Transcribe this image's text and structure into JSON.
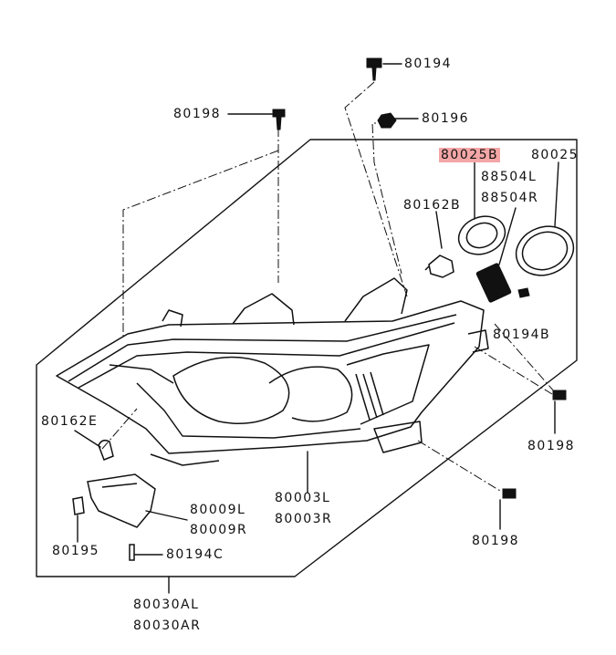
{
  "diagram": {
    "highlight_color": "#f4a6a6",
    "labels": {
      "p80194": "80194",
      "p80198_top": "80198",
      "p80196": "80196",
      "p80025b": "80025B",
      "p80025": "80025",
      "p88504l": "88504L",
      "p88504r": "88504R",
      "p80162b": "80162B",
      "p80194b": "80194B",
      "p80198_right": "80198",
      "p80162e": "80162E",
      "p80003l": "80003L",
      "p80003r": "80003R",
      "p80009l": "80009L",
      "p80009r": "80009R",
      "p80198_bottom": "80198",
      "p80195": "80195",
      "p80194c": "80194C",
      "p80030al": "80030AL",
      "p80030ar": "80030AR"
    }
  }
}
